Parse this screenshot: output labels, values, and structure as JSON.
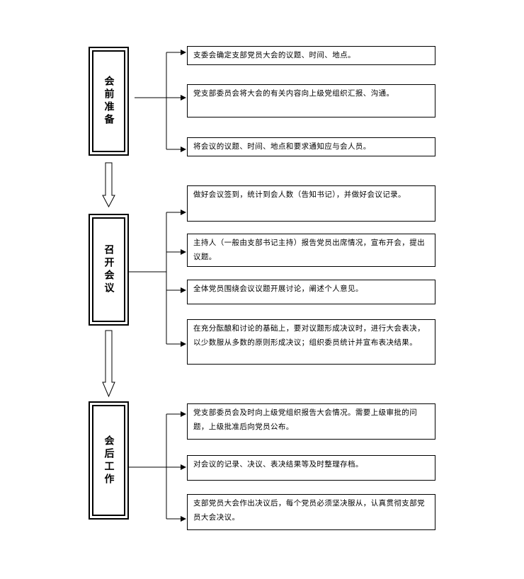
{
  "phases": [
    {
      "title": "会前准备",
      "steps": [
        "支委会确定支部党员大会的议题、时间、地点。",
        "党支部委员会将大会的有关内容向上级党组织汇报、沟通。",
        "将会议的议题、时间、地点和要求通知应与会人员。"
      ]
    },
    {
      "title": "召开会议",
      "steps": [
        "做好会议签到，统计到会人数（告知书记），并做好会议记录。",
        "主持人（一般由支部书记主持）报告党员出席情况，宣布开会，提出议题。",
        "全体党员围绕会议议题开展讨论，阐述个人意见。",
        "在充分酝酿和讨论的基础上，要对议题形成决议时，进行大会表决，以少数服从多数的原则形成决议；组织委员统计并宣布表决结果。"
      ]
    },
    {
      "title": "会后工作",
      "steps": [
        "党支部委员会及时向上级党组织报告大会情况。需要上级审批的问题，上级批准后向党员公布。",
        "对会议的记录、决议、表决结果等及时整理存档。",
        "支部党员大会作出决议后，每个党员必须坚决服从，认真贯彻支部党员大会决议。"
      ]
    }
  ]
}
